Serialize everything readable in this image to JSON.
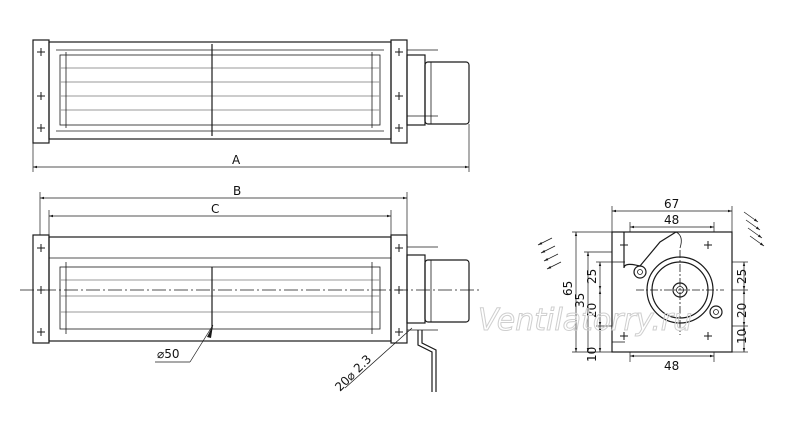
{
  "labels": {
    "a": "A",
    "b": "B",
    "c": "C",
    "dia50": "⌀50",
    "wire": "20⌀ 2.3",
    "w67": "67",
    "w48_top": "48",
    "w48_bottom": "48",
    "h65": "65",
    "h35": "35",
    "h25_left": "25",
    "h20_left": "20",
    "h10_left": "10",
    "h25_right": "25",
    "h20_right": "20",
    "h10_right": "10"
  },
  "watermark": "Ventilatorry.ru"
}
